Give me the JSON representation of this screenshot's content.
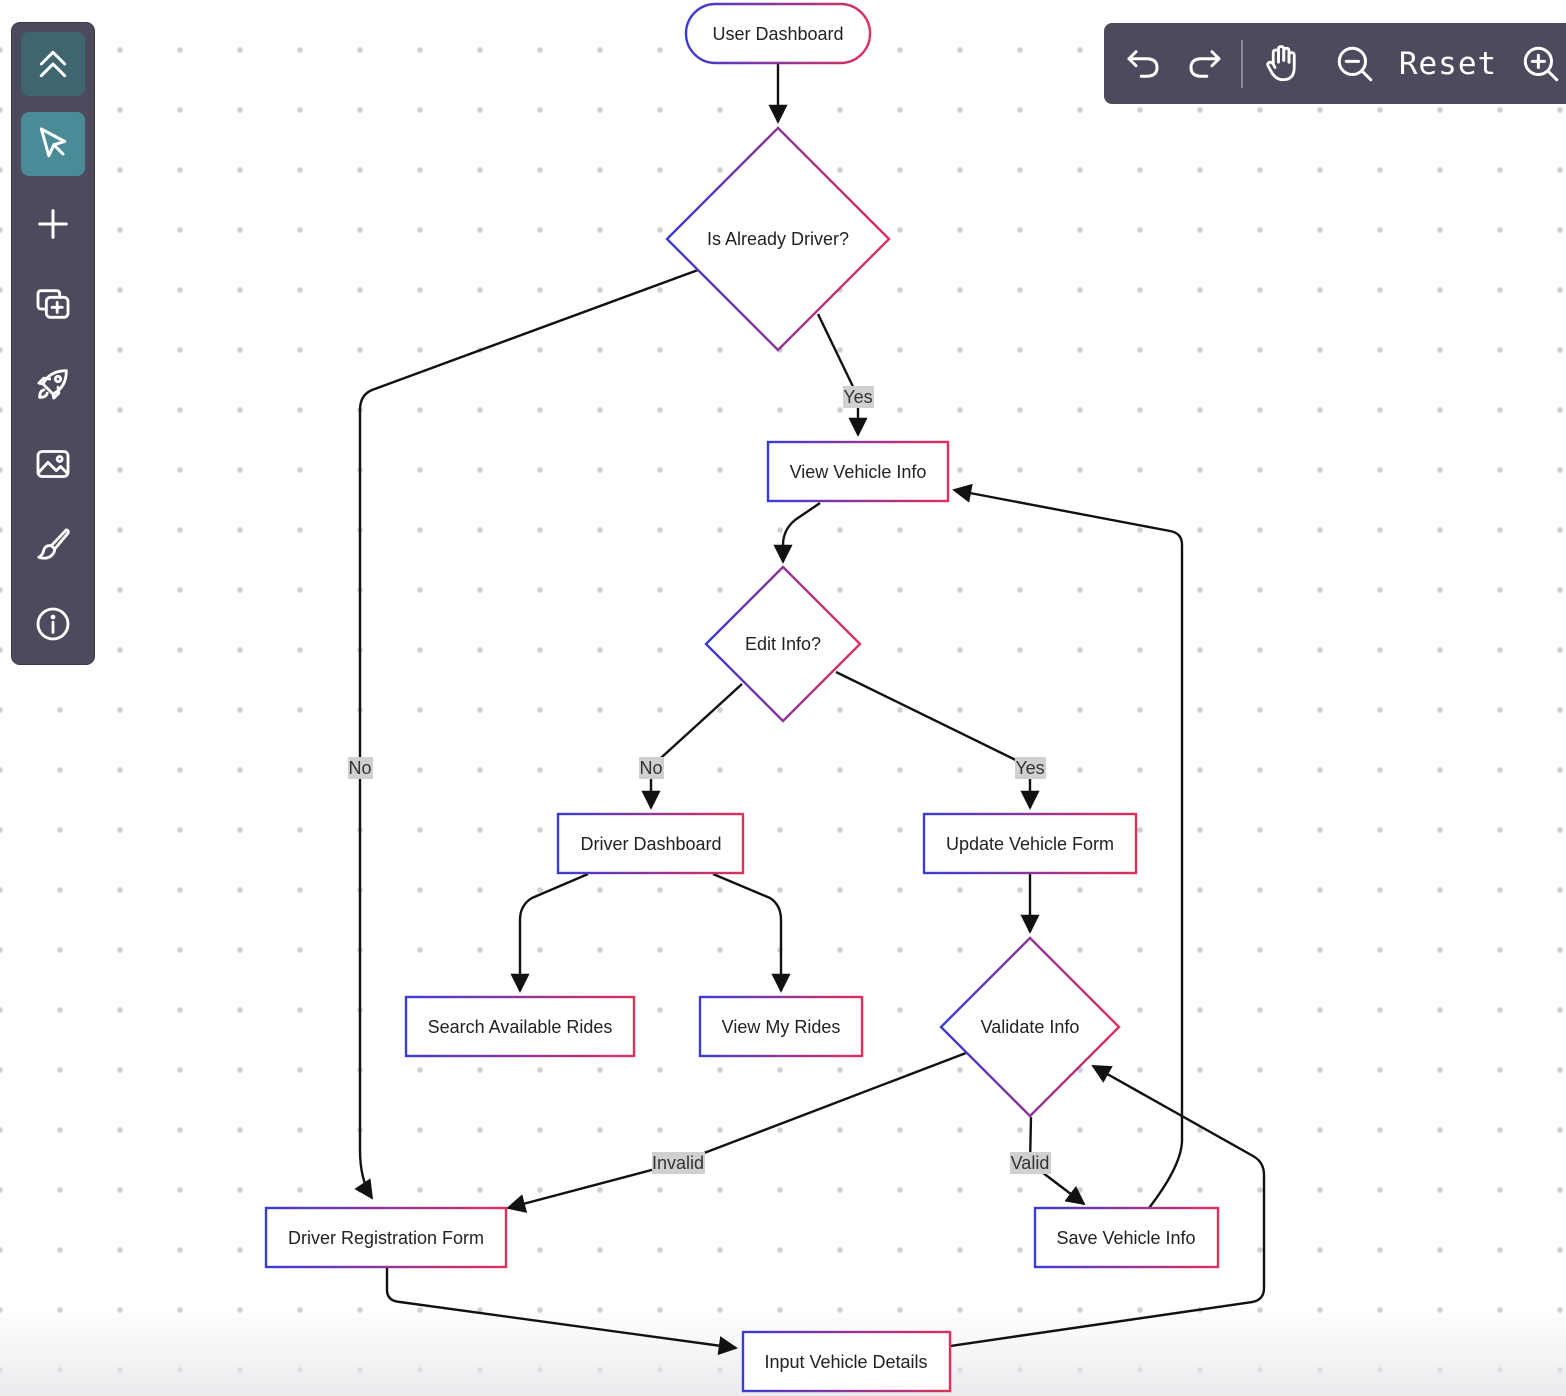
{
  "toolbar": {
    "items": [
      {
        "name": "collapse",
        "icon": "chevrons-up-icon"
      },
      {
        "name": "select",
        "icon": "cursor-pointer-icon",
        "active": true
      },
      {
        "name": "add",
        "icon": "plus-icon"
      },
      {
        "name": "add-container",
        "icon": "copy-plus-icon"
      },
      {
        "name": "launch",
        "icon": "rocket-icon"
      },
      {
        "name": "image",
        "icon": "image-icon"
      },
      {
        "name": "brush",
        "icon": "brush-icon"
      },
      {
        "name": "info",
        "icon": "info-icon"
      }
    ]
  },
  "controls": {
    "undo_icon": "undo-icon",
    "redo_icon": "redo-icon",
    "pan_icon": "hand-icon",
    "zoom_out_icon": "zoom-out-icon",
    "reset_label": "Reset",
    "zoom_in_icon": "zoom-in-icon"
  },
  "diagram": {
    "nodes": {
      "user_dashboard": "User Dashboard",
      "is_already_driver": "Is Already Driver?",
      "view_vehicle_info": "View Vehicle Info",
      "edit_info": "Edit Info?",
      "driver_dashboard": "Driver Dashboard",
      "update_vehicle_form": "Update Vehicle Form",
      "search_available_rides": "Search Available Rides",
      "view_my_rides": "View My Rides",
      "validate_info": "Validate Info",
      "driver_registration_form": "Driver Registration Form",
      "save_vehicle_info": "Save Vehicle Info",
      "input_vehicle_details": "Input Vehicle Details"
    },
    "edge_labels": {
      "already_yes": "Yes",
      "already_no": "No",
      "edit_no": "No",
      "edit_yes": "Yes",
      "invalid": "Invalid",
      "valid": "Valid"
    },
    "colors": {
      "gradient_start": "#3b3bd6",
      "gradient_end": "#e0305a",
      "edge": "#111111",
      "label_bg": "#d0d0d0"
    }
  }
}
